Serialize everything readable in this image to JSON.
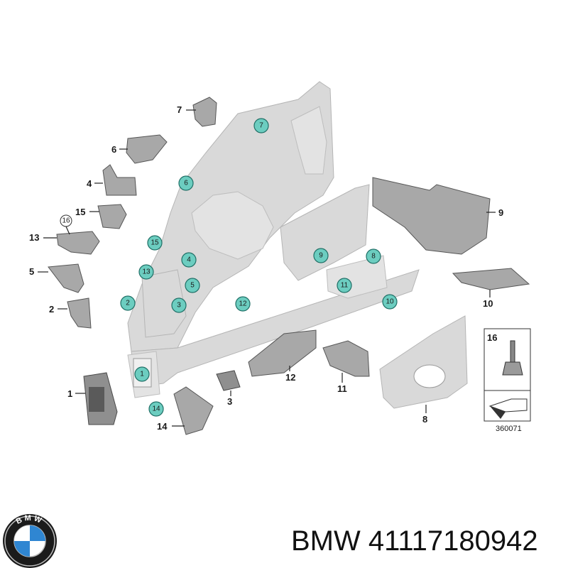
{
  "diagram": {
    "part_labels": [
      "7",
      "6",
      "4",
      "15",
      "16",
      "13",
      "5",
      "2",
      "1",
      "14",
      "3",
      "12",
      "11",
      "9",
      "10",
      "8"
    ],
    "callouts": [
      "7",
      "6",
      "15",
      "4",
      "13",
      "5",
      "2",
      "3",
      "1",
      "14",
      "12",
      "9",
      "8",
      "11",
      "10"
    ],
    "inset": {
      "label": "16",
      "code": "360071"
    }
  },
  "brand": {
    "logo_letters": "BMW",
    "text": "BMW 41117180942"
  },
  "colors": {
    "callout_fill": "#6ccdc0",
    "part_gray": "#d9d9d9",
    "part_dark": "#8f8f8f"
  }
}
